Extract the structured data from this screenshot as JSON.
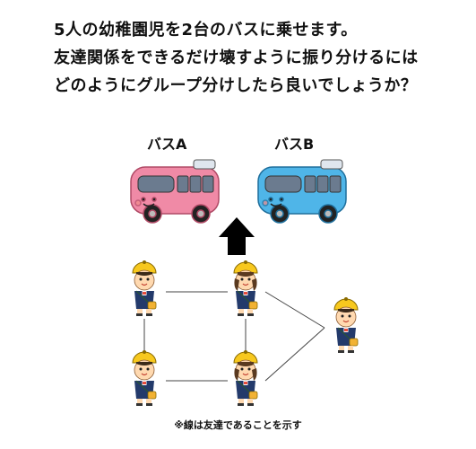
{
  "question": {
    "lines": [
      "5人の幼稚園児を2台のバスに乗せます。",
      "友達関係をできるだけ壊すように振り分けるには",
      "どのようにグループ分けしたら良いでしょうか？"
    ]
  },
  "buses": [
    {
      "label": "バスA",
      "color": "#f08aa6"
    },
    {
      "label": "バスB",
      "color": "#4fb5e8"
    }
  ],
  "children": [
    {
      "id": "c1",
      "type": "boy"
    },
    {
      "id": "c2",
      "type": "girl"
    },
    {
      "id": "c3",
      "type": "boy"
    },
    {
      "id": "c4",
      "type": "boy"
    },
    {
      "id": "c5",
      "type": "girl"
    }
  ],
  "friendships": [
    [
      "c1",
      "c2"
    ],
    [
      "c1",
      "c4"
    ],
    [
      "c2",
      "c5"
    ],
    [
      "c4",
      "c5"
    ],
    [
      "c2",
      "c3"
    ],
    [
      "c5",
      "c3"
    ]
  ],
  "note": "※線は友達であることを示す",
  "colors": {
    "helmet": "#f7c81e",
    "uniform": "#233a6b",
    "skin": "#ffd9b0",
    "bag": "#f2b233",
    "arrow": "#000000"
  }
}
